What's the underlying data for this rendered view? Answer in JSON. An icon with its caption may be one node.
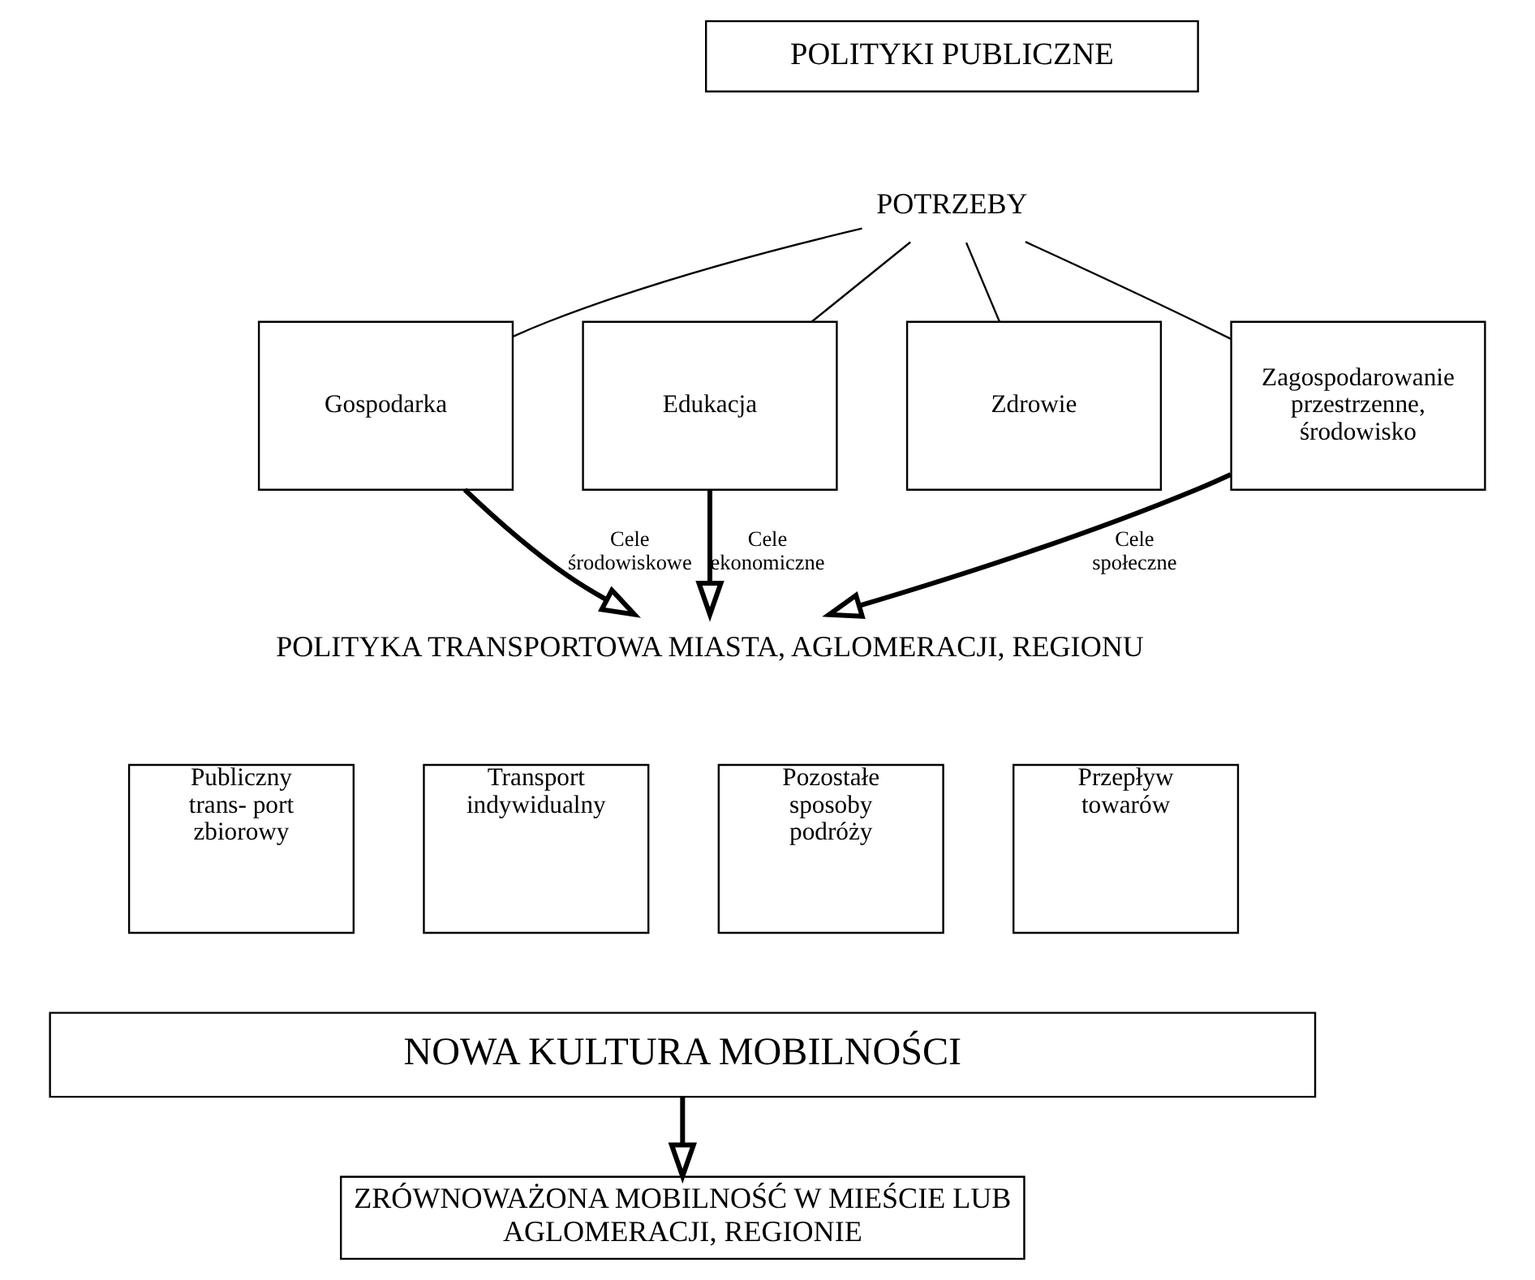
{
  "diagram": {
    "nodes": [
      {
        "text": [
          "POLITYKI PUBLICZNE"
        ]
      },
      {
        "text": [
          "POTRZEBY"
        ]
      },
      {
        "text": [
          "Gospodarka"
        ]
      },
      {
        "text": [
          "Edukacja"
        ]
      },
      {
        "text": [
          "Zdrowie"
        ]
      },
      {
        "text": [
          "Zagospodarowanie przestrzenne, środowisko"
        ]
      },
      {
        "text": [
          "POLITYKA TRANSPORTOWA MIASTA, AGLOMERACJI, REGIONU"
        ]
      },
      {
        "text": [
          "Publiczny trans- port zbiorowy"
        ]
      },
      {
        "text": [
          "Transport indywidualny"
        ]
      },
      {
        "text": [
          "Pozostałe sposoby podróży"
        ]
      },
      {
        "text": [
          "Przepływ towarów"
        ]
      },
      {
        "text": [
          "NOWA KULTURA MOBILNOŚCI"
        ]
      },
      {
        "text": [
          "ZRÓWNOWAŻONA MOBILNOŚĆ W MIEŚCIE LUB AGLOMERACJI, REGIONIE"
        ]
      }
    ],
    "edges": [
      {
        "from": 1,
        "to": 2,
        "arrow": "none"
      },
      {
        "from": 1,
        "to": 3,
        "arrow": "none"
      },
      {
        "from": 1,
        "to": 4,
        "arrow": "none"
      },
      {
        "from": 1,
        "to": 5,
        "arrow": "none"
      },
      {
        "from": 2,
        "to": 6,
        "arrow": "to",
        "label": "Cele środowiskowe",
        "style": "thick"
      },
      {
        "from": 3,
        "to": 6,
        "arrow": "to",
        "label": "Cele ekonomiczne",
        "style": "thick"
      },
      {
        "from": 5,
        "to": 6,
        "arrow": "to",
        "label": "Cele społeczne",
        "style": "thick"
      },
      {
        "from": 11,
        "to": 12,
        "arrow": "to",
        "style": "thick"
      }
    ]
  }
}
